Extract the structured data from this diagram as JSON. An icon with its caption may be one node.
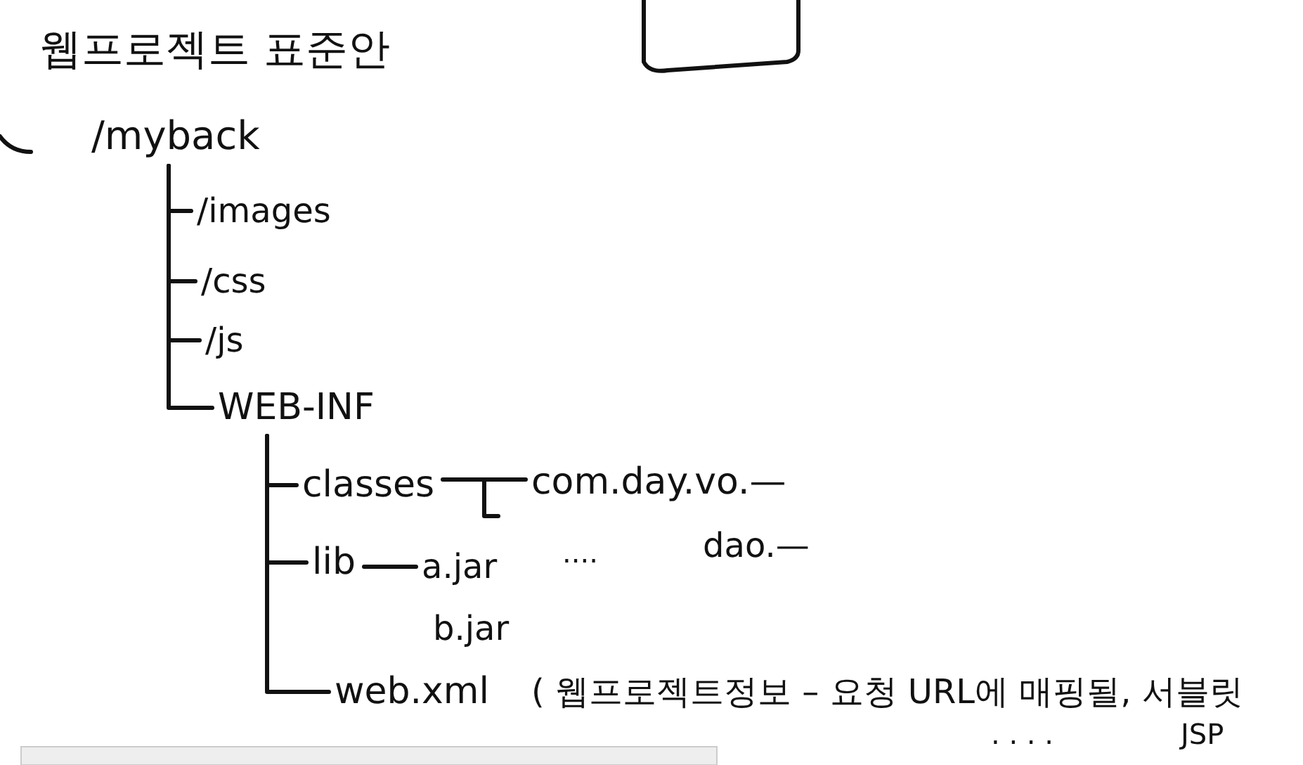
{
  "diagram": {
    "title": "웹프로젝트 표준안",
    "nodes": [
      {
        "text": [
          "/myback"
        ]
      },
      {
        "text": [
          "/images"
        ]
      },
      {
        "text": [
          "/css"
        ]
      },
      {
        "text": [
          "/js"
        ]
      },
      {
        "text": [
          "WEB-INF"
        ]
      },
      {
        "text": [
          "classes"
        ]
      },
      {
        "text": [
          "lib"
        ]
      },
      {
        "text": [
          "web.xml"
        ],
        "beside": [
          "( 웹프로젝트정보 – 요청 URL에 매핑될, 서블릿"
        ]
      },
      {
        "text": [
          "com.day.vo.—"
        ]
      },
      {
        "text": [
          "dao.—"
        ]
      },
      {
        "text": [
          "a.jar"
        ]
      },
      {
        "text": [
          "b.jar"
        ]
      }
    ],
    "edges": [
      {
        "from": 0,
        "to": 1,
        "arrow": "none"
      },
      {
        "from": 0,
        "to": 2,
        "arrow": "none"
      },
      {
        "from": 0,
        "to": 3,
        "arrow": "none"
      },
      {
        "from": 0,
        "to": 4,
        "arrow": "none"
      },
      {
        "from": 4,
        "to": 5,
        "arrow": "none"
      },
      {
        "from": 4,
        "to": 6,
        "arrow": "none"
      },
      {
        "from": 4,
        "to": 7,
        "arrow": "none"
      },
      {
        "from": 5,
        "to": 8,
        "arrow": "none"
      },
      {
        "from": 6,
        "to": 10,
        "arrow": "none"
      }
    ],
    "labels": [
      "....",
      ". . . .",
      "JSP"
    ]
  }
}
